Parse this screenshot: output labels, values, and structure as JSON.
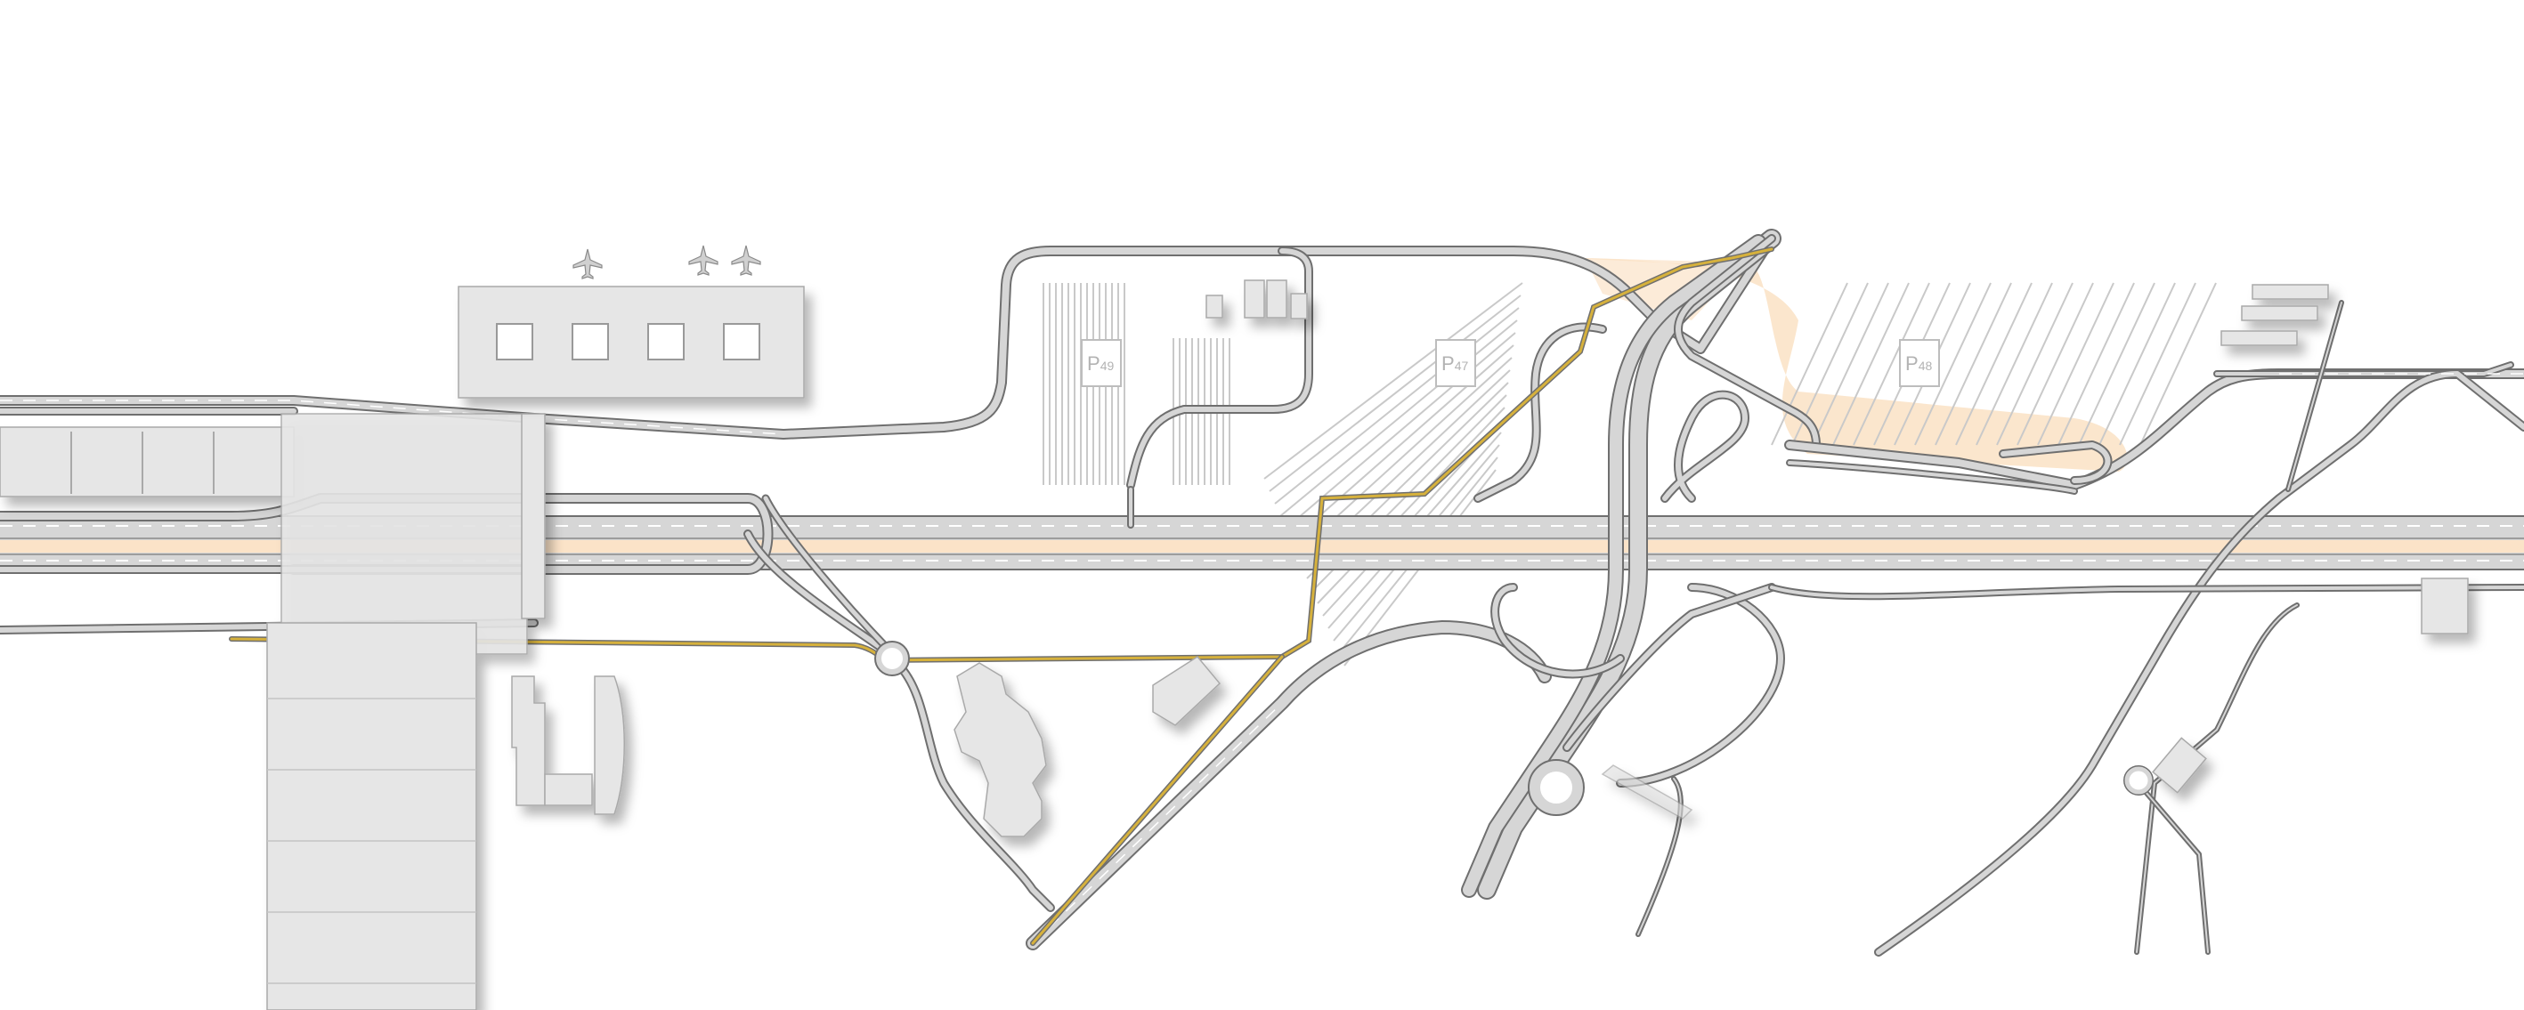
{
  "colors": {
    "background": "#ffffff",
    "road_outline": "#6f6f6f",
    "road_fill": "#d6d6d6",
    "highway_median": "#fbe3c8",
    "rail_line": "#b89a2a",
    "building": "#e6e6e6",
    "parking_stripe": "#c9c9c9"
  },
  "parking": [
    {
      "id": "p49",
      "letter": "P",
      "number": "49"
    },
    {
      "id": "p47",
      "letter": "P",
      "number": "47"
    },
    {
      "id": "p48",
      "letter": "P",
      "number": "48"
    }
  ],
  "icons": [
    "airplane-icon",
    "airplane-icon",
    "airplane-icon"
  ]
}
